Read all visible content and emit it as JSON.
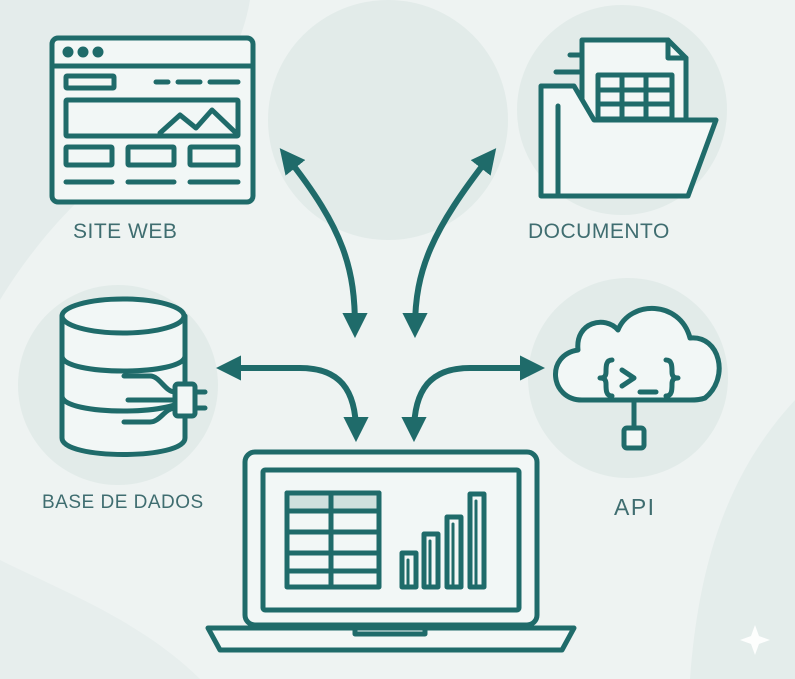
{
  "nodes": {
    "website": {
      "label": "SITE WEB",
      "icon": "browser-window-icon"
    },
    "document": {
      "label": "DOCUMENTO",
      "icon": "folder-documents-icon"
    },
    "database": {
      "label": "BASE DE DADOS",
      "icon": "database-plug-icon"
    },
    "api": {
      "label": "API",
      "icon": "cloud-code-icon"
    },
    "center": {
      "icon": "laptop-dashboard-icon"
    }
  },
  "colors": {
    "stroke": "#1f6b6a",
    "label": "#3f6d70",
    "background": "#eef3f2",
    "blob": "#dde8e6",
    "panel_fill": "#f2f7f6"
  }
}
